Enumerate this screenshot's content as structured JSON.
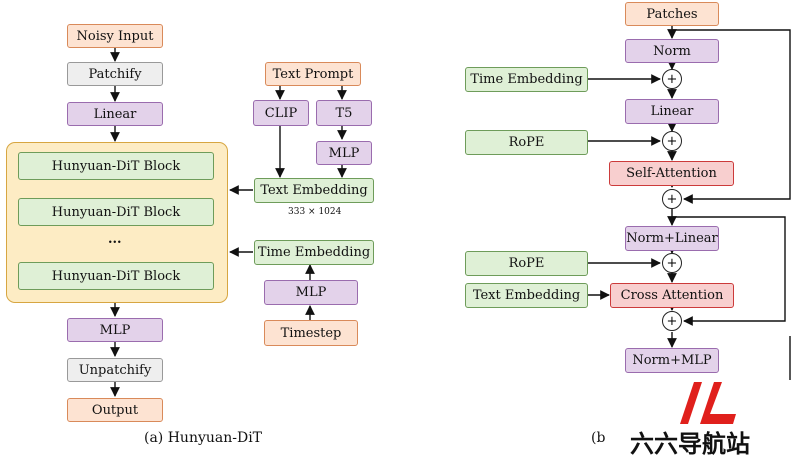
{
  "left": {
    "noisy_input": "Noisy Input",
    "patchify": "Patchify",
    "linear": "Linear",
    "blocks": [
      "Hunyuan-DiT Block",
      "Hunyuan-DiT Block",
      "...",
      "Hunyuan-DiT Block"
    ],
    "mlp": "MLP",
    "unpatchify": "Unpatchify",
    "output": "Output",
    "caption": "(a) Hunyuan-DiT",
    "text_prompt": "Text Prompt",
    "clip": "CLIP",
    "t5": "T5",
    "t5_mlp": "MLP",
    "text_embedding": "Text Embedding",
    "text_embedding_dim": "333 × 1024",
    "time_embedding": "Time Embedding",
    "time_mlp": "MLP",
    "timestep": "Timestep"
  },
  "right": {
    "patches": "Patches",
    "norm": "Norm",
    "time_embedding": "Time Embedding",
    "linear": "Linear",
    "rope_1": "RoPE",
    "self_attention": "Self-Attention",
    "norm_linear": "Norm+Linear",
    "rope_2": "RoPE",
    "text_embedding": "Text Embedding",
    "cross_attention": "Cross Attention",
    "norm_mlp": "Norm+MLP",
    "plus_symbol": "+",
    "caption": "(b"
  },
  "watermark": {
    "text": "六六导航站",
    "color": "#e0201c"
  }
}
